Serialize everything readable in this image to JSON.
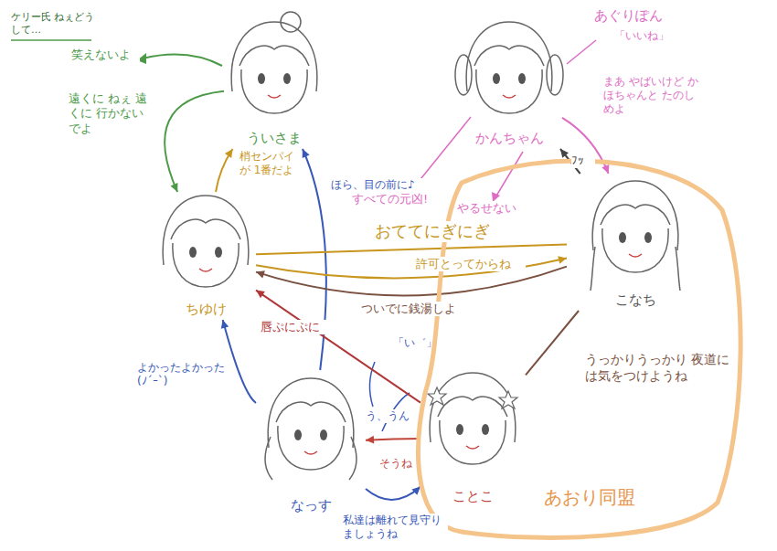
{
  "diagram": {
    "nodes": [
      {
        "text": [
          "ういさま"
        ]
      },
      {
        "text": [
          "かんちゃん"
        ]
      },
      {
        "text": [
          "ちゆけ"
        ]
      },
      {
        "text": [
          "あおり同盟"
        ]
      },
      {
        "text": [
          "こなち"
        ],
        "in": 3
      },
      {
        "text": [
          "なっす"
        ]
      },
      {
        "text": [
          "ことこ"
        ],
        "in": 3
      }
    ],
    "edges": [
      {
        "from": 0,
        "to": 2,
        "arrow": "to",
        "label": "遠くに ねぇ 遠くに 行かないでよ"
      },
      {
        "from": 2,
        "to": 0,
        "arrow": "to",
        "label": "梢センパイが 1番だよ"
      },
      {
        "from": 5,
        "to": 0,
        "arrow": "to",
        "label": "ほら、目の前に♪"
      },
      {
        "from": 1,
        "to": 4,
        "arrow": "to",
        "label": "まあ やばいけど かほちゃんと たのしめよ"
      },
      {
        "from": 4,
        "to": 1,
        "arrow": "to",
        "label": "ﾌｯ"
      },
      {
        "from": 2,
        "to": 4,
        "arrow": "none",
        "label": "おててにぎにぎ"
      },
      {
        "from": 2,
        "to": 4,
        "arrow": "to",
        "label": "許可とってからね"
      },
      {
        "from": 4,
        "to": 2,
        "arrow": "to",
        "label": "ついでに銭湯しよ"
      },
      {
        "from": 6,
        "to": 2,
        "arrow": "to",
        "label": "唇ぷにぷに"
      },
      {
        "from": 5,
        "to": 2,
        "arrow": "to",
        "label": "よかったよかった (ﾉ´ｰ`)"
      },
      {
        "from": 5,
        "to": 6,
        "arrow": "to",
        "label": "私達は離れて見守りましょうね"
      },
      {
        "from": 6,
        "to": 5,
        "arrow": "to",
        "label": "そうね"
      },
      {
        "from": 4,
        "to": 6,
        "arrow": "none",
        "label": "うっかりうっかり 夜道には気をつけようね"
      }
    ],
    "labels": [
      "ケリー氏 ねぇどうして…",
      "笑えないよ",
      "あぐりぽん",
      "「いいね」",
      "すべての元凶!",
      "やるせない",
      "「い゛」",
      "う、うん"
    ]
  }
}
